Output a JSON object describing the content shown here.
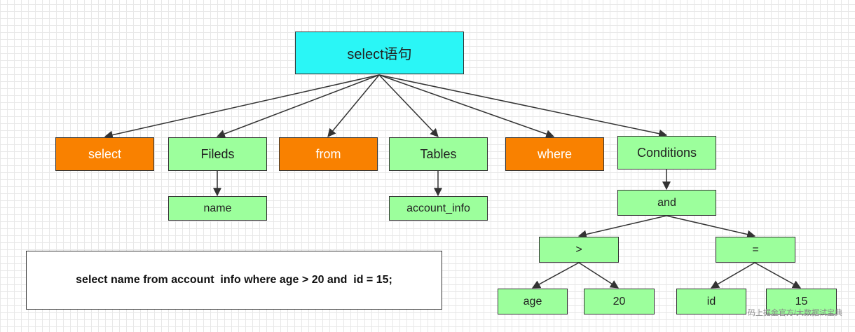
{
  "tree": {
    "root": "select语句",
    "select": "select",
    "fields": "Fileds",
    "from": "from",
    "tables": "Tables",
    "where": "where",
    "conditions": "Conditions",
    "name": "name",
    "account_info": "account_info",
    "and": "and",
    "gt": ">",
    "eq": "=",
    "age": "age",
    "twenty": "20",
    "id": "id",
    "fifteen": "15"
  },
  "sql": "select name from account  info where age > 20 and  id = 15;",
  "watermark": "码上掘金官方/大数据试宝典",
  "colors": {
    "root": "#2af6f6",
    "keyword": "#f98100",
    "node": "#9cff9c"
  }
}
